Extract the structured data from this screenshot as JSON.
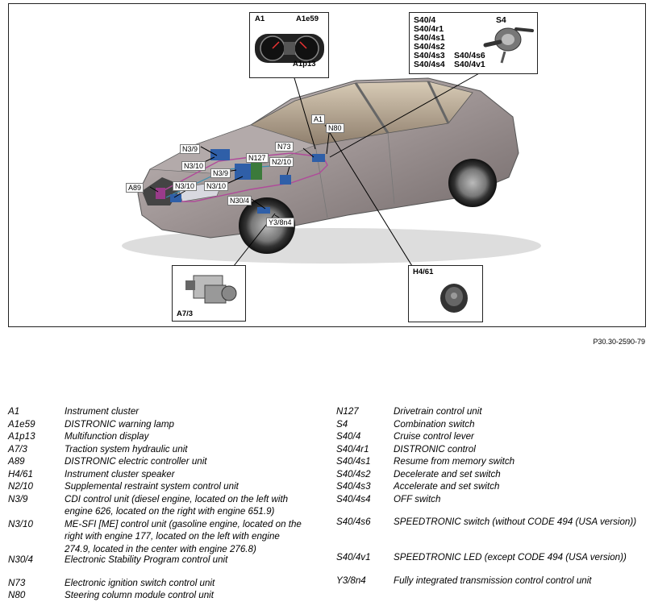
{
  "figure_id": "P30.30-2590-79",
  "callouts": {
    "a1": "A1",
    "a1e59": "A1e59",
    "a1p13": "A1p13",
    "s40_4": "S40/4",
    "s40_4r1": "S40/4r1",
    "s40_4s1": "S40/4s1",
    "s40_4s2": "S40/4s2",
    "s40_4s3": "S40/4s3",
    "s40_4s4": "S40/4s4",
    "s40_4s6": "S40/4s6",
    "s40_4v1": "S40/4v1",
    "s4": "S4",
    "a7_3": "A7/3",
    "h4_61": "H4/61",
    "n3_9_top": "N3/9",
    "n3_10_top": "N3/10",
    "n3_9_mid": "N3/9",
    "n3_10_a": "N3/10",
    "n3_10_b": "N3/10",
    "a89": "A89",
    "n127": "N127",
    "n73": "N73",
    "n2_10": "N2/10",
    "n30_4": "N30/4",
    "a1_car": "A1",
    "n80": "N80",
    "y3_8n4": "Y3/8n4"
  },
  "legend_left": [
    {
      "code": "A1",
      "desc": "Instrument cluster"
    },
    {
      "code": "A1e59",
      "desc": "DISTRONIC warning lamp"
    },
    {
      "code": "A1p13",
      "desc": "Multifunction display"
    },
    {
      "code": "A7/3",
      "desc": "Traction system hydraulic unit"
    },
    {
      "code": "A89",
      "desc": "DISTRONIC electric controller unit"
    },
    {
      "code": "H4/61",
      "desc": "Instrument cluster speaker"
    },
    {
      "code": "N2/10",
      "desc": "Supplemental restraint system control unit"
    },
    {
      "code": "N3/9",
      "desc": "CDI control unit (diesel engine, located on the left with engine 626, located on the right with engine 651.9)"
    },
    {
      "code": "N3/10",
      "desc": "ME-SFI [ME] control unit (gasoline engine, located on the right with engine 177, located on the left with engine 274.9, located in the center with engine 276.8)"
    },
    {
      "code": "N30/4",
      "desc": "Electronic Stability Program control unit"
    },
    {
      "code": "N73",
      "desc": "Electronic ignition switch control unit"
    },
    {
      "code": "N80",
      "desc": "Steering column module control unit"
    }
  ],
  "legend_right": [
    {
      "code": "N127",
      "desc": "Drivetrain control unit"
    },
    {
      "code": "S4",
      "desc": "Combination switch"
    },
    {
      "code": "S40/4",
      "desc": "Cruise control lever"
    },
    {
      "code": "S40/4r1",
      "desc": "DISTRONIC control"
    },
    {
      "code": "S40/4s1",
      "desc": "Resume from memory switch"
    },
    {
      "code": "S40/4s2",
      "desc": "Decelerate and set switch"
    },
    {
      "code": "S40/4s3",
      "desc": "Accelerate and set switch"
    },
    {
      "code": "S40/4s4",
      "desc": "OFF switch"
    },
    {
      "code": "S40/4s6",
      "desc": "SPEEDTRONIC switch (without CODE 494 (USA version))"
    },
    {
      "code": "S40/4v1",
      "desc": "SPEEDTRONIC LED (except CODE 494 (USA version))"
    },
    {
      "code": "Y3/8n4",
      "desc": "Fully integrated transmission control control unit"
    }
  ]
}
